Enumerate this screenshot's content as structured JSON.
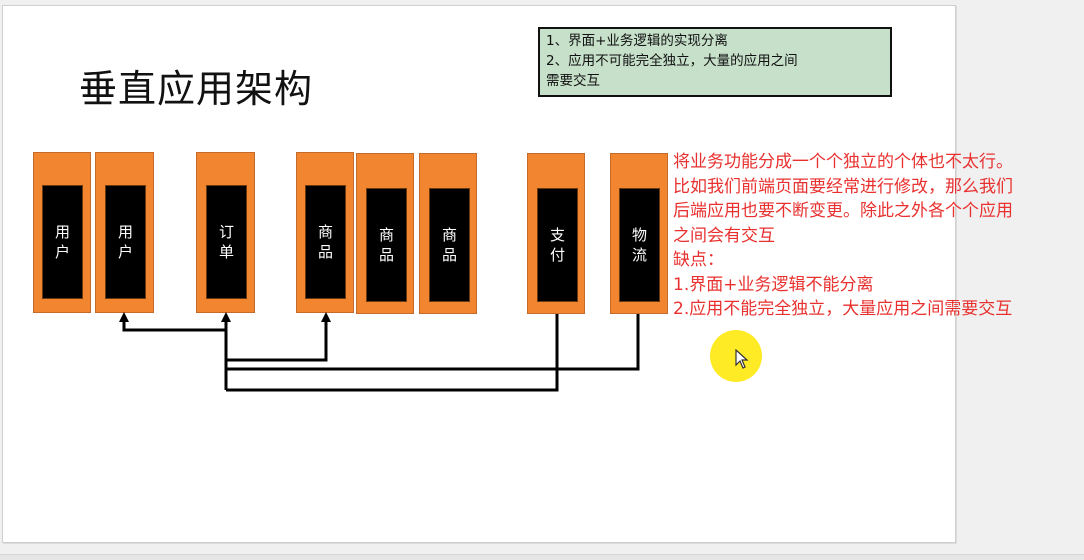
{
  "slide": {
    "title": "垂直应用架构",
    "note_box": {
      "lines": [
        "1、界面+业务逻辑的实现分离",
        "2、应用不可能完全独立，大量的应用之间",
        "需要交互"
      ],
      "background": "#c6e0c9"
    },
    "services": [
      {
        "label": "用户"
      },
      {
        "label": "用户"
      },
      {
        "label": "订单"
      },
      {
        "label": "商品"
      },
      {
        "label": "商品"
      },
      {
        "label": "商品"
      },
      {
        "label": "支付"
      },
      {
        "label": "物流"
      }
    ],
    "colors": {
      "service_outer": "#f28530",
      "service_inner": "#000000",
      "annotation_text": "#e8312f"
    }
  },
  "annotation": {
    "lines": [
      "将业务功能分成一个个独立的个体也不太行。",
      "比如我们前端页面要经常进行修改，那么我们",
      "后端应用也要不断变更。除此之外各个个应用",
      "之间会有交互",
      "缺点：",
      "1.界面+业务逻辑不能分离",
      "2.应用不能完全独立，大量应用之间需要交互"
    ]
  }
}
